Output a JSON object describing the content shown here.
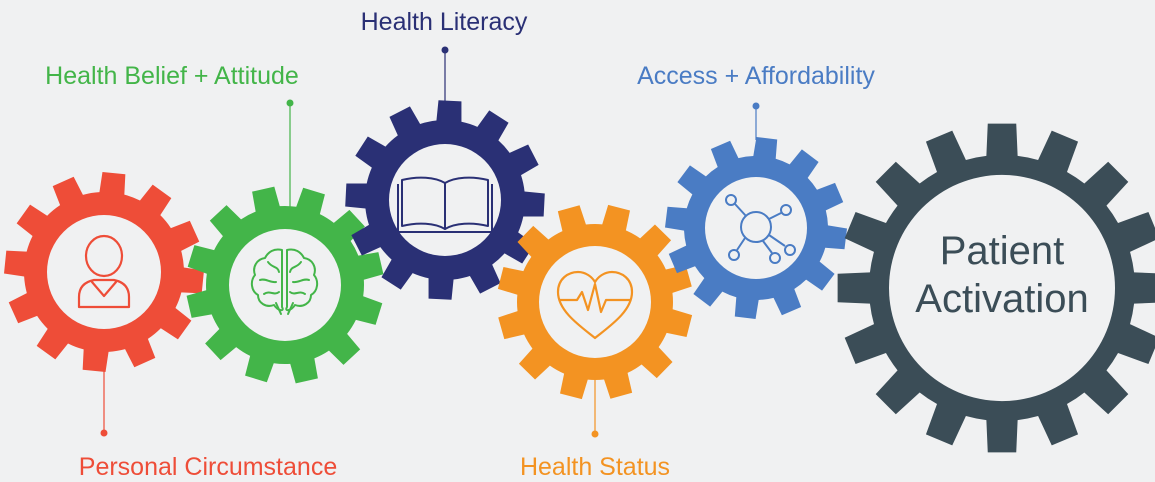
{
  "labels": {
    "personal_circumstance": "Personal Circumstance",
    "health_belief": "Health Belief + Attitude",
    "health_literacy": "Health Literacy",
    "health_status": "Health Status",
    "access": "Access + Affordability",
    "patient_line1": "Patient",
    "patient_line2": "Activation"
  },
  "colors": {
    "background": "#f0f1f2",
    "red": "#ee4d38",
    "green": "#43b549",
    "navy": "#2a3075",
    "orange": "#f39322",
    "blue": "#4a7cc4",
    "slate": "#3b4d57"
  },
  "icons": {
    "red": "person-icon",
    "green": "brain-icon",
    "navy": "open-book-icon",
    "orange": "heart-pulse-icon",
    "blue": "network-icon"
  }
}
